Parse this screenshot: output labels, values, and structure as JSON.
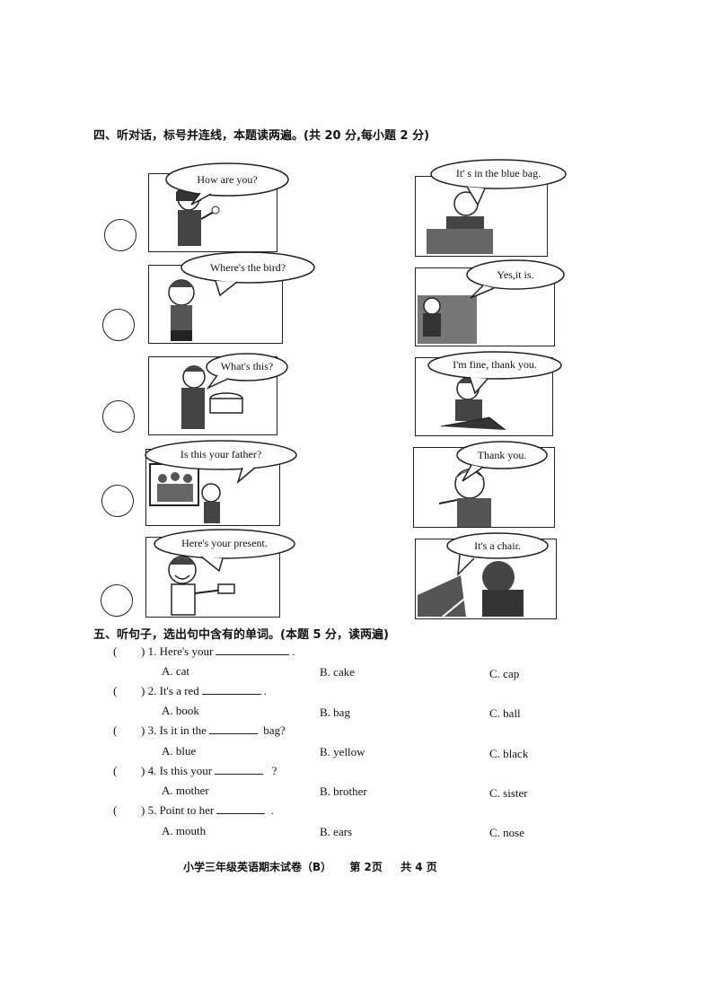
{
  "section4": {
    "title": "四、听对话，标号并连线，本题读两遍。(共 20 分,每小题 2 分)",
    "left_bubbles": [
      "How are you?",
      "Where's the bird?",
      "What's this?",
      "Is this your father?",
      "Here's your present."
    ],
    "right_bubbles": [
      "It' s in the blue bag.",
      "Yes,it is.",
      "I'm fine, thank you.",
      "Thank you.",
      "It's a chair."
    ]
  },
  "section5": {
    "title": "五、听句子，选出句中含有的单词。(本题 5 分，读两遍)",
    "questions": [
      {
        "num": ") 1. Here's your",
        "after": ".",
        "a": "A. cat",
        "b": "B. cake",
        "c": "C. cap"
      },
      {
        "num": ") 2. It's a red",
        "after": ".",
        "a": "A.  book",
        "b": "B. bag",
        "c": "C. ball"
      },
      {
        "num": ") 3. Is it in the",
        "after": "bag?",
        "a": "A.  blue",
        "b": "B. yellow",
        "c": "C. black"
      },
      {
        "num": ") 4. Is this your",
        "after": "?",
        "a": "A.  mother",
        "b": "B. brother",
        "c": "C. sister"
      },
      {
        "num": ") 5. Point to her",
        "after": ".",
        "a": "A.  mouth",
        "b": "B. ears",
        "c": "C. nose"
      }
    ],
    "paren_open": "("
  },
  "footer": {
    "title": "小学三年级英语期末试卷（B）",
    "page": "第 2页",
    "total": "共 4 页"
  }
}
